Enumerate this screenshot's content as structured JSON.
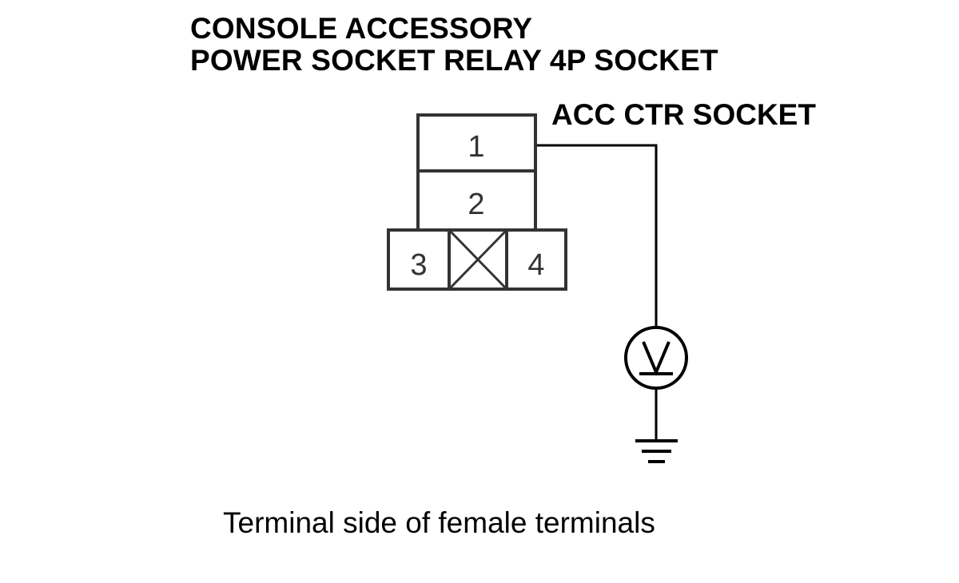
{
  "title": {
    "line1": "CONSOLE ACCESSORY",
    "line2": "POWER SOCKET RELAY 4P SOCKET"
  },
  "wire_label": "ACC CTR SOCKET",
  "connector": {
    "pins": [
      "1",
      "2",
      "3",
      "4"
    ]
  },
  "meter": {
    "symbol": "V"
  },
  "caption": "Terminal side of female terminals",
  "colors": {
    "line": "#000000",
    "connector_outline": "#333333"
  }
}
